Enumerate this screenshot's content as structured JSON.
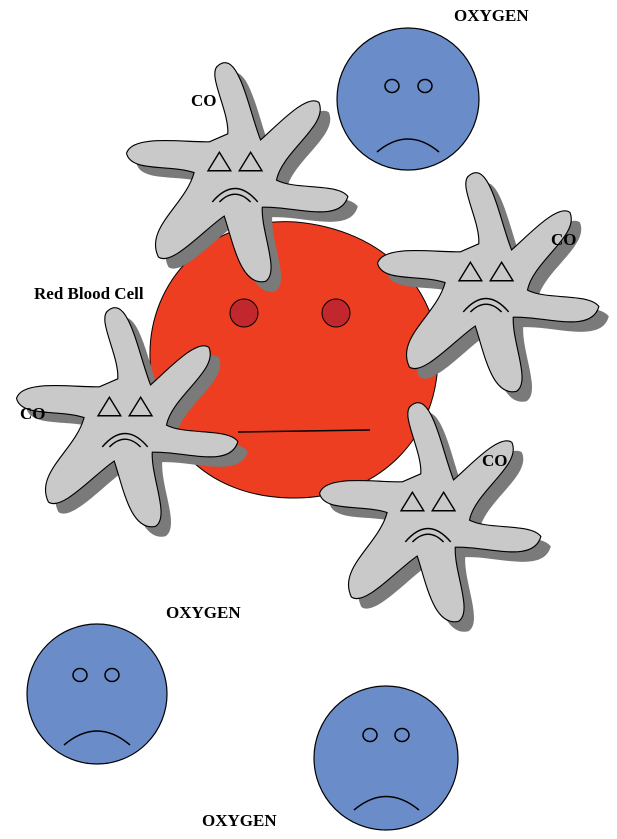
{
  "colors": {
    "red_blood_cell": "#ee3e22",
    "rbc_eye": "#c1272d",
    "oxygen": "#6a8cc8",
    "co_molecule": "#c9c9c9",
    "co_shadow": "#7a7a7a",
    "outline": "#000000"
  },
  "labels": {
    "oxygen_top": "OXYGEN",
    "co_top": "CO",
    "co_right": "CO",
    "red_blood_cell": "Red Blood Cell",
    "co_left": "CO",
    "co_bottom_right": "CO",
    "oxygen_mid": "OXYGEN",
    "oxygen_bottom": "OXYGEN"
  },
  "faces": {
    "red_blood_cell": "neutral-face",
    "oxygen": "sad-face",
    "co": "sad-face"
  }
}
